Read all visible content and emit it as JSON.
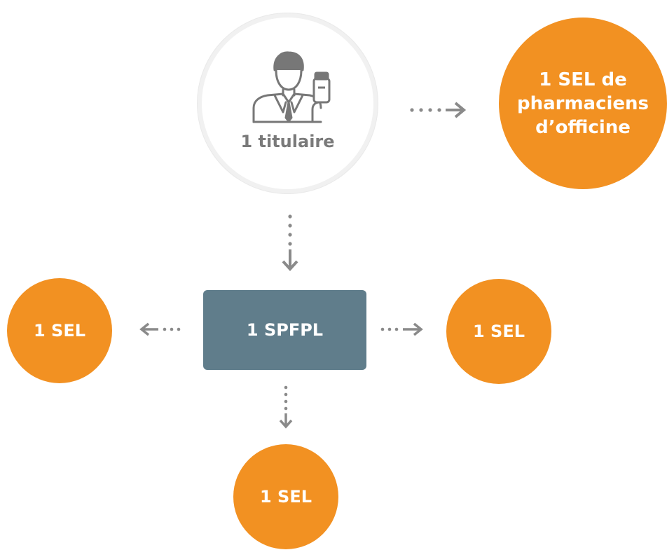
{
  "nodes": {
    "titulaire": {
      "label": "1 titulaire",
      "icon": "pharmacist-icon"
    },
    "sel_officine": {
      "line1": "1 SEL de",
      "line2": "pharmaciens",
      "line3": "d’officine"
    },
    "spfpl": {
      "label": "1 SPFPL"
    },
    "sel_left": {
      "label": "1 SEL"
    },
    "sel_right": {
      "label": "1 SEL"
    },
    "sel_bottom": {
      "label": "1 SEL"
    }
  },
  "colors": {
    "orange": "#f29122",
    "slate": "#607d8b",
    "gray_text": "#7a7a7a",
    "arrow": "#8a8a8a"
  }
}
